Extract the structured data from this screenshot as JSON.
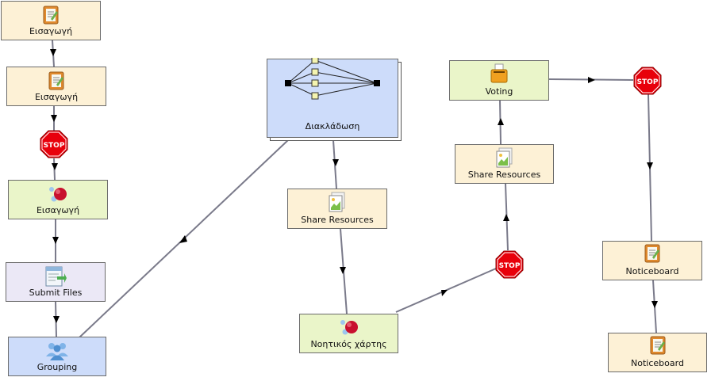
{
  "nodes": {
    "n1": {
      "label": "Εισαγωγή",
      "icon": "notebook-icon"
    },
    "n2": {
      "label": "Εισαγωγή",
      "icon": "notebook-icon"
    },
    "n3": {
      "label": "Εισαγωγή",
      "icon": "bubbles-icon"
    },
    "n4": {
      "label": "Submit Files",
      "icon": "submit-files-icon"
    },
    "n5": {
      "label": "Grouping",
      "icon": "people-icon"
    },
    "n6": {
      "label": "Διακλάδωση",
      "icon": "branching-icon"
    },
    "n7": {
      "label": "Share Resources",
      "icon": "share-resources-icon"
    },
    "n8": {
      "label": "Νοητικός χάρτης",
      "icon": "bubbles-icon"
    },
    "n9": {
      "label": "Share Resources",
      "icon": "share-resources-icon"
    },
    "n10": {
      "label": "Voting",
      "icon": "ballot-box-icon"
    },
    "n11": {
      "label": "Noticeboard",
      "icon": "notebook-icon"
    },
    "n12": {
      "label": "Noticeboard",
      "icon": "notebook-icon"
    }
  },
  "stops": {
    "s1": {
      "label": "STOP"
    },
    "s2": {
      "label": "STOP"
    },
    "s3": {
      "label": "STOP"
    }
  },
  "colors": {
    "doc_fill": "#fdf1d6",
    "green_fill": "#eaf5c9",
    "purple_fill": "#ebe8f6",
    "blue_fill": "#cddcfa",
    "stop_red": "#e8000b",
    "line": "#7a7a8a"
  }
}
